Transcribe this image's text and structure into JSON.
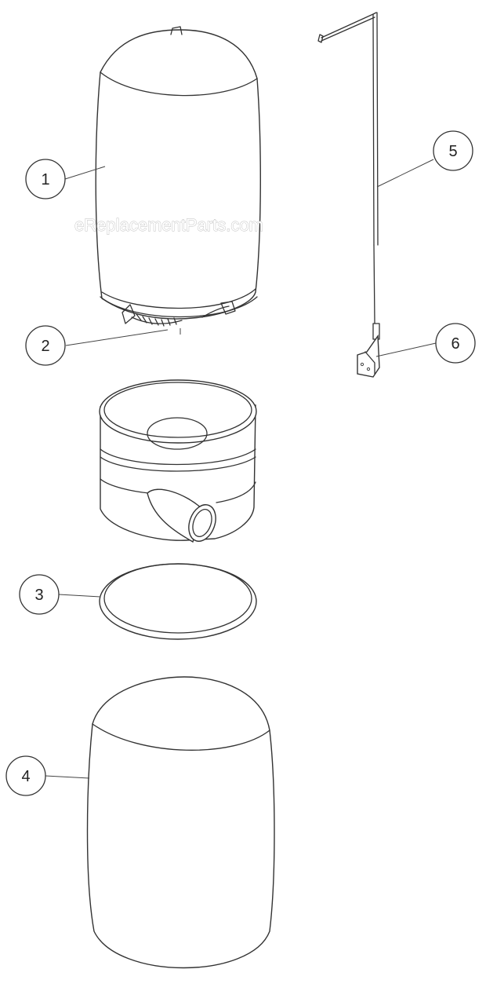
{
  "watermark": "eReplacementParts.com",
  "callouts": [
    {
      "id": "1",
      "label": "1"
    },
    {
      "id": "2",
      "label": "2"
    },
    {
      "id": "3",
      "label": "3"
    },
    {
      "id": "4",
      "label": "4"
    },
    {
      "id": "5",
      "label": "5"
    },
    {
      "id": "6",
      "label": "6"
    }
  ]
}
